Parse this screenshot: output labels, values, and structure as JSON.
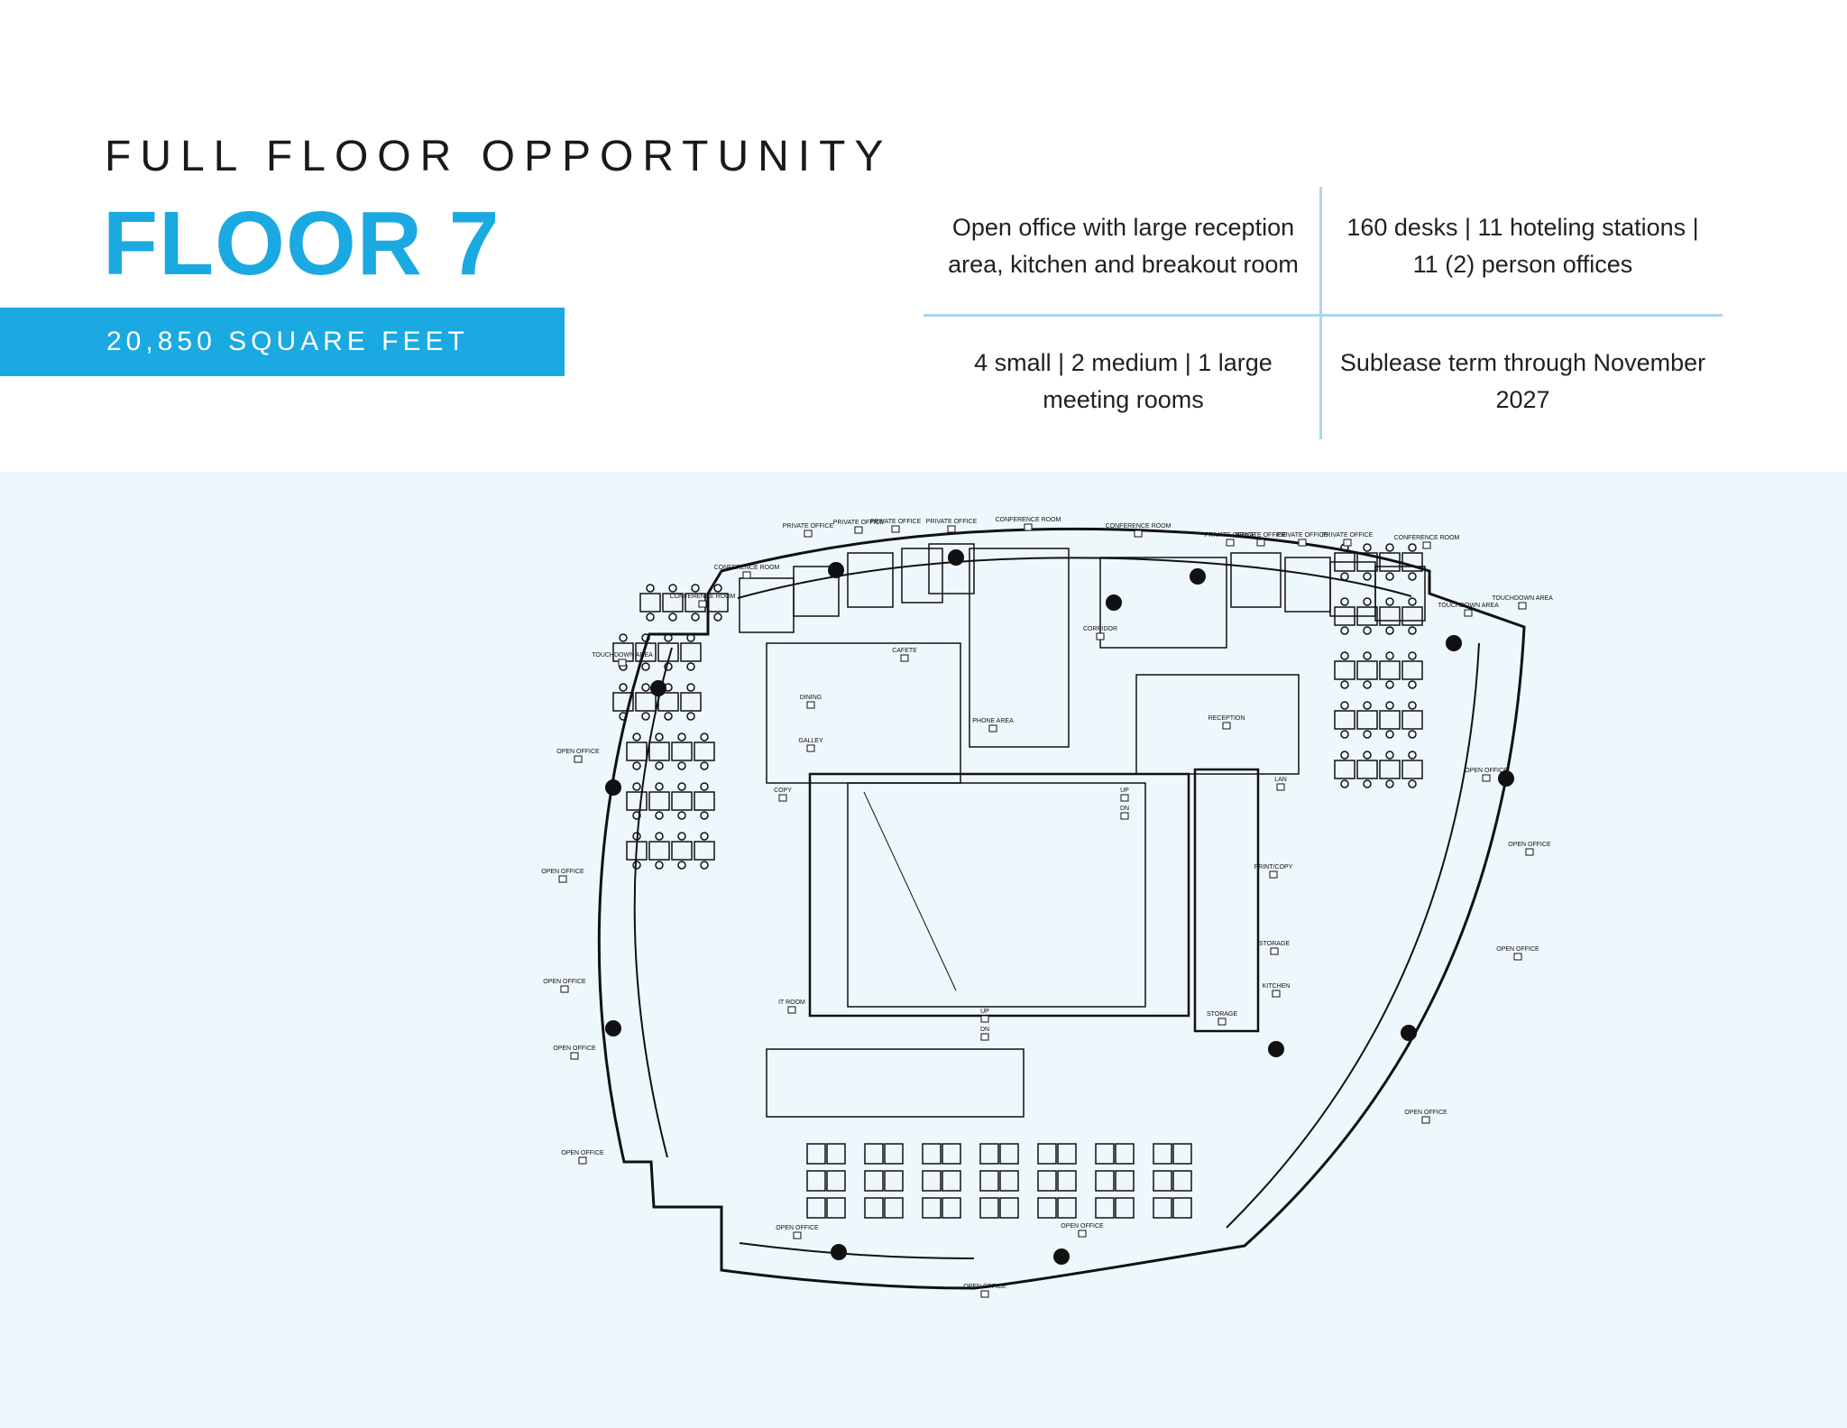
{
  "header": {
    "eyebrow": "FULL FLOOR OPPORTUNITY",
    "title": "FLOOR 7",
    "square_feet": "20,850 SQUARE FEET"
  },
  "features": [
    "Open office with large reception area, kitchen and breakout room",
    "160 desks | 11 hoteling stations | 11 (2) person offices",
    "4 small | 2 medium | 1 large meeting rooms",
    "Sublease term through November 2027"
  ],
  "floorplan": {
    "labels": {
      "conference_room": "CONFERENCE ROOM",
      "private_office": "PRIVATE OFFICE",
      "touchdown_area": "TOUCHDOWN AREA",
      "open_office": "OPEN OFFICE",
      "corridor": "CORRIDOR",
      "reception": "RECEPTION",
      "cafe": "CAFETE",
      "dining": "DINING",
      "galley": "GALLEY",
      "phone_area": "PHONE AREA",
      "copy": "COPY",
      "lan": "LAN",
      "print_copy": "PRINT/COPY",
      "storage": "STORAGE",
      "kitchen": "KITCHEN",
      "it_room": "IT ROOM",
      "up": "UP",
      "dn": "DN"
    }
  },
  "colors": {
    "accent": "#1ba9e1",
    "divider": "#a9d8ef",
    "panel_bg": "#eef7fc",
    "text": "#231f20"
  }
}
